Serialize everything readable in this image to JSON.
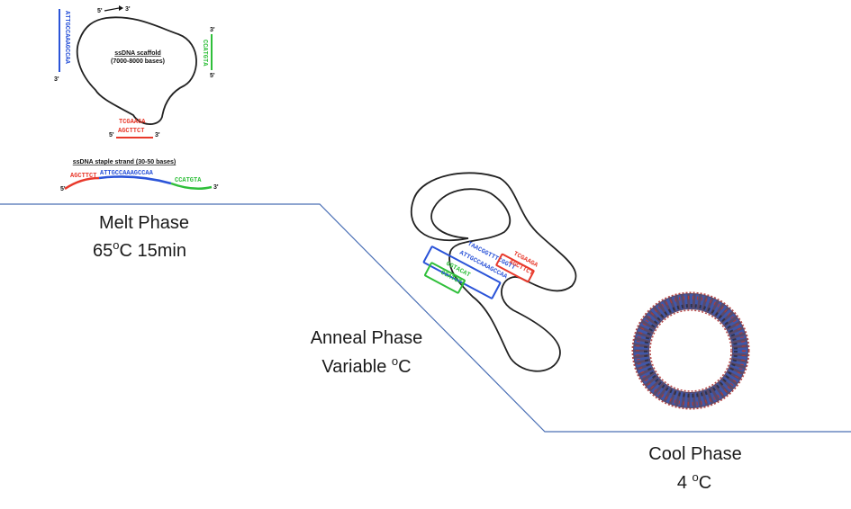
{
  "phases": {
    "melt": {
      "name": "Melt Phase",
      "temp": "65",
      "deg": "o",
      "suffix": "C 15min"
    },
    "anneal": {
      "name": "Anneal Phase",
      "temp": "Variable ",
      "deg": "o",
      "suffix": "C"
    },
    "cool": {
      "name": "Cool Phase",
      "temp": "4 ",
      "deg": "o",
      "suffix": "C"
    }
  },
  "scaffold": {
    "title": "ssDNA scaffold",
    "size": "(7000-8000 bases)",
    "seq_blue": "ATTGCCAAAGCCAA",
    "seq_green": "CCATGTA",
    "seq_red_top": "TCGAAGA",
    "seq_red_bottom": "AGCTTCT",
    "end_3": "3'",
    "end_5": "5'"
  },
  "staple": {
    "title": "ssDNA staple strand (30-50 bases)",
    "seq_red": "AGCTTCT",
    "seq_blue": "ATTGCCAAAGCCAA",
    "seq_green": "CCATGTA",
    "end_5": "5'",
    "end_3": "3'"
  },
  "annealed": {
    "seq_blue_top": "TAACGGTTTCGGTT",
    "seq_blue_bottom": "ATTGCCAAAGCCAA",
    "seq_red_top": "TCGAAGA",
    "seq_red_bottom": "AGCTTCT",
    "seq_green_top": "GGTACAT",
    "seq_green_bottom": "CCATGTA"
  },
  "colors": {
    "red": "#e8392b",
    "blue": "#2b54d8",
    "green": "#2fbf3a",
    "line": "#4a6fb5",
    "strand": "#222222"
  }
}
